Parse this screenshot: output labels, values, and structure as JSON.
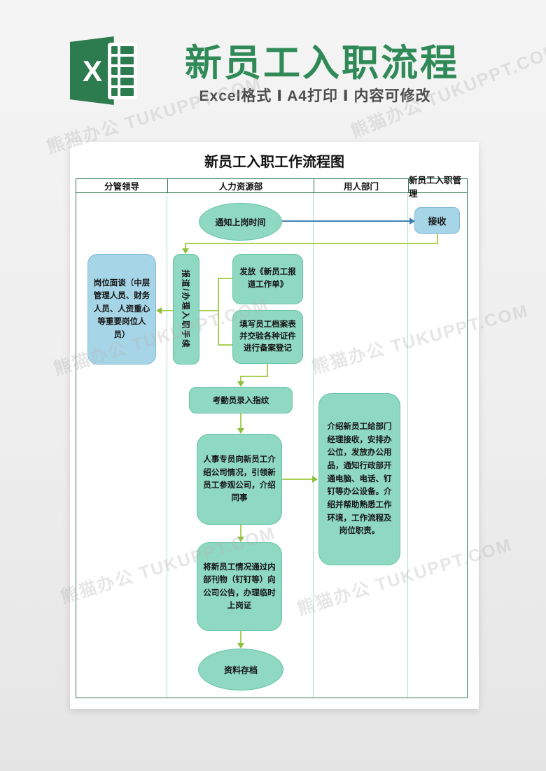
{
  "banner": {
    "title": "新员工入职流程",
    "subtitle": "Excel格式 Ⅰ A4打印 Ⅰ 内容可修改",
    "logo_letter": "X"
  },
  "watermark": {
    "text": "熊猫办公 TUKUPPT.COM"
  },
  "page": {
    "title": "新员工入职工作流程图",
    "columns": [
      "分管领导",
      "人力资源部",
      "用人部门",
      "新员工入职管理"
    ],
    "nodes": {
      "notify": "通知上岗时间",
      "receive": "接收",
      "interview": "岗位面谈（中层管理人员、财务人员、人资重心等重要岗位人员）",
      "register": "报道/办理入职手续",
      "issue_form": "发放《新员工报道工作单》",
      "fill_archive": "填写员工档案表并交验各种证件进行备案登记",
      "fingerprint": "考勤员录入指纹",
      "intro_company": "人事专员向新员工介绍公司情况，引领新员工参观公司，介绍同事",
      "dept_intro": "介绍新员工给部门经理接收，安排办公位，发放办公用品，通知行政部开通电脑、电话、钉钉等办公设备。介绍并帮助熟悉工作环境，工作流程及岗位职责。",
      "announce": "将新员工情况通过内部刊物（钉钉等）向公司公告，办理临时上岗证",
      "archive": "资料存档"
    },
    "colors": {
      "brand_green": "#2f8a58",
      "excel_green": "#2d7c4f",
      "node_teal": "#8fd8c1",
      "node_blue": "#a6d5e7",
      "connector_green": "#a9cf55",
      "connector_blue": "#4384b4",
      "table_border": "#2c7a52"
    }
  }
}
